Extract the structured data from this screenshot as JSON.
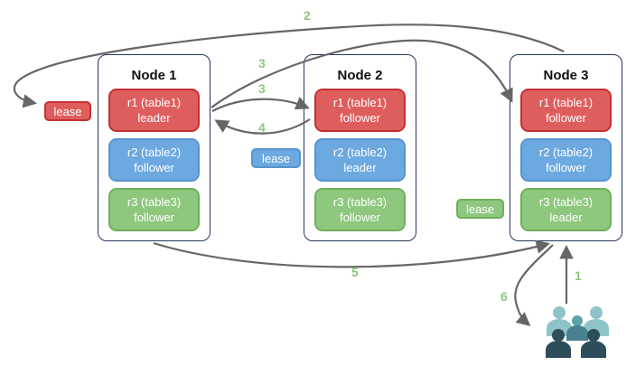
{
  "nodes": [
    {
      "title": "Node 1",
      "replicas": [
        {
          "line1": "r1 (table1)",
          "line2": "leader",
          "color": "red"
        },
        {
          "line1": "r2 (table2)",
          "line2": "follower",
          "color": "blue"
        },
        {
          "line1": "r3 (table3)",
          "line2": "follower",
          "color": "green"
        }
      ]
    },
    {
      "title": "Node 2",
      "replicas": [
        {
          "line1": "r1 (table1)",
          "line2": "follower",
          "color": "red"
        },
        {
          "line1": "r2 (table2)",
          "line2": "leader",
          "color": "blue"
        },
        {
          "line1": "r3 (table3)",
          "line2": "follower",
          "color": "green"
        }
      ]
    },
    {
      "title": "Node 3",
      "replicas": [
        {
          "line1": "r1 (table1)",
          "line2": "follower",
          "color": "red"
        },
        {
          "line1": "r2 (table2)",
          "line2": "follower",
          "color": "blue"
        },
        {
          "line1": "r3 (table3)",
          "line2": "leader",
          "color": "green"
        }
      ]
    }
  ],
  "leases": [
    {
      "label": "lease",
      "color": "red"
    },
    {
      "label": "lease",
      "color": "blue"
    },
    {
      "label": "lease",
      "color": "green"
    }
  ],
  "arrow_labels": {
    "a1": "1",
    "a2": "2",
    "a3_long": "3",
    "a3_short": "3",
    "a4": "4",
    "a5": "5",
    "a6": "6"
  },
  "colors": {
    "red_fill": "#DE5E5E",
    "red_border": "#C53030",
    "blue_fill": "#6CA9E0",
    "blue_border": "#5795CE",
    "green_fill": "#8EC87E",
    "green_border": "#6FAE5E",
    "node_border": "#26355B",
    "arrow": "#666666",
    "step_label": "#8CC87C",
    "users_light": "#8EC4C8",
    "users_mid_head": "#5BA3AB",
    "users_mid_body": "#48818F",
    "users_dark": "#2E4D5B"
  }
}
